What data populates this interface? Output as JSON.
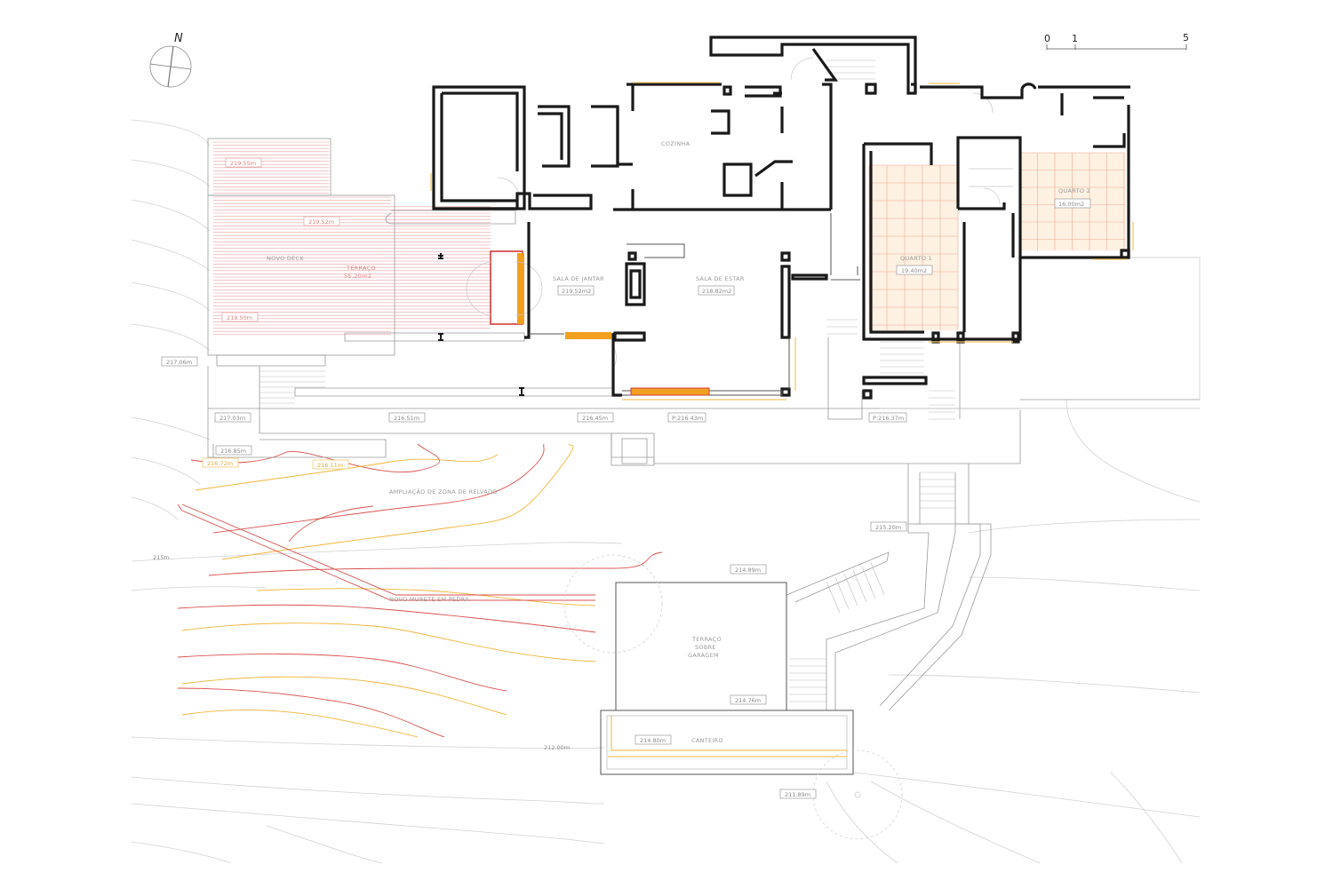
{
  "north": {
    "label": "N"
  },
  "scale": {
    "ticks": [
      "0",
      "1",
      "5"
    ]
  },
  "rooms": {
    "cozinha": "COZINHA",
    "sala_jantar": "SALA DE JANTAR",
    "sala_jantar_area": "219.52m2",
    "sala_estar": "SALA DE ESTAR",
    "sala_estar_area": "218.82m2",
    "quarto1": "QUARTO 1",
    "quarto1_area": "19.40m2",
    "quarto2": "QUARTO 2",
    "quarto2_area": "16.00m2",
    "novo_deck": "NOVO DECK",
    "terraco": "TERRAÇO",
    "terraco_area": "55.20m2",
    "ampliacao": "AMPLIAÇÃO DE ZONA DE RELVADO",
    "murete": "NOVO MURETE EM PEDRA",
    "terraco_garagem": [
      "TERRAÇO",
      "SOBRE",
      "GARAGEM"
    ],
    "canteiro": "CANTEIRO"
  },
  "levels": {
    "l1": "219.55m",
    "l2": "219.52m",
    "l3": "219.50m",
    "l4": "217.06m",
    "l5": "217.03m",
    "l6": "216.51m",
    "l7": "216.45m",
    "l8": "P:216.43m",
    "l9": "P:216.37m",
    "l10": "216.85m",
    "l11": "216.72m",
    "l12": "216.11m",
    "l13": "215.20m",
    "l14": "214.89m",
    "l15": "214.76m",
    "l16": "214.80m",
    "l17": "211.89m",
    "c215": "215m",
    "c212": "212.00m"
  }
}
